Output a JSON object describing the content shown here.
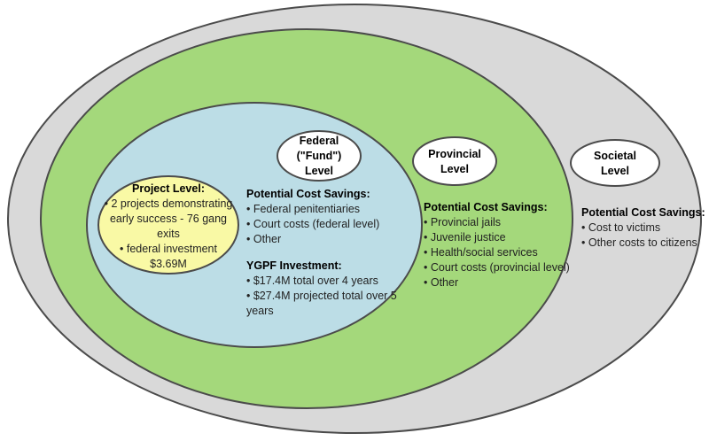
{
  "colors": {
    "background": "#ffffff",
    "outline": "#4b4b4b",
    "bubble_fill": "#ffffff"
  },
  "levels": {
    "societal": {
      "label_lines": [
        "Societal",
        "Level"
      ],
      "fill": "#d9d9d9",
      "heading": "Potential Cost Savings:",
      "bullets": [
        "• Cost to victims",
        "• Other costs to citizens"
      ]
    },
    "provincial": {
      "label_lines": [
        "Provincial",
        "Level"
      ],
      "fill": "#a4d87b",
      "heading": "Potential Cost Savings:",
      "bullets": [
        "• Provincial jails",
        "• Juvenile justice",
        "• Health/social services",
        "• Court costs (provincial level)",
        "• Other"
      ]
    },
    "federal": {
      "label_lines": [
        "Federal",
        "(\"Fund\")",
        "Level"
      ],
      "fill": "#bcdde6",
      "savings_heading": "Potential Cost Savings:",
      "savings_bullets": [
        "• Federal penitentiaries",
        "• Court costs (federal level)",
        "• Other"
      ],
      "investment_heading": "YGPF Investment:",
      "investment_bullets": [
        "• $17.4M total over 4 years",
        "• $27.4M projected total over 5 years"
      ]
    },
    "project": {
      "fill": "#f9f9a5",
      "heading": "Project Level:",
      "bullets": [
        "• 2 projects demonstrating early success - 76 gang exits",
        "• federal investment $3.69M"
      ]
    }
  }
}
